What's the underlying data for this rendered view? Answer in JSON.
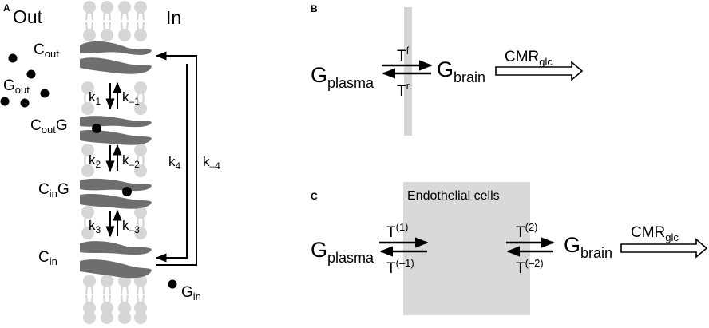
{
  "panel_a": {
    "label": "A",
    "side_out": "Out",
    "side_in": "In",
    "states": [
      {
        "base": "C",
        "sub": "out",
        "suffix": ""
      },
      {
        "base": "C",
        "sub": "out",
        "suffix": "G"
      },
      {
        "base": "C",
        "sub": "in",
        "suffix": "G"
      },
      {
        "base": "C",
        "sub": "in",
        "suffix": ""
      }
    ],
    "g_out": {
      "base": "G",
      "sub": "out"
    },
    "g_in": {
      "base": "G",
      "sub": "in"
    },
    "rates": [
      {
        "fwd_base": "k",
        "fwd_sub": "1",
        "rev_base": "k",
        "rev_sub": "–1"
      },
      {
        "fwd_base": "k",
        "fwd_sub": "2",
        "rev_base": "k",
        "rev_sub": "–2"
      },
      {
        "fwd_base": "k",
        "fwd_sub": "3",
        "rev_base": "k",
        "rev_sub": "–3"
      }
    ],
    "loop_rates": {
      "fwd_base": "k",
      "fwd_sub": "4",
      "rev_base": "k",
      "rev_sub": "–4"
    }
  },
  "panel_b": {
    "label": "B",
    "g_plasma": {
      "base": "G",
      "sub": "plasma"
    },
    "g_brain": {
      "base": "G",
      "sub": "brain"
    },
    "t_forward": {
      "base": "T",
      "sup": "f"
    },
    "t_reverse": {
      "base": "T",
      "sup": "r"
    },
    "cmr": {
      "base": "CMR",
      "sub": "glc"
    }
  },
  "panel_c": {
    "label": "C",
    "box_label": "Endothelial cells",
    "g_plasma": {
      "base": "G",
      "sub": "plasma"
    },
    "g_brain": {
      "base": "G",
      "sub": "brain"
    },
    "t1": {
      "base": "T",
      "sup": "(1)"
    },
    "t_minus1": {
      "base": "T",
      "sup": "(–1)"
    },
    "t2": {
      "base": "T",
      "sup": "(2)"
    },
    "t_minus2": {
      "base": "T",
      "sup": "(–2)"
    },
    "cmr": {
      "base": "CMR",
      "sub": "glc"
    }
  },
  "colors": {
    "membrane": "#d6d6d6",
    "transporter": "#6e6e6e",
    "endothelial_box": "#d9d9d9",
    "ink": "#000000"
  }
}
